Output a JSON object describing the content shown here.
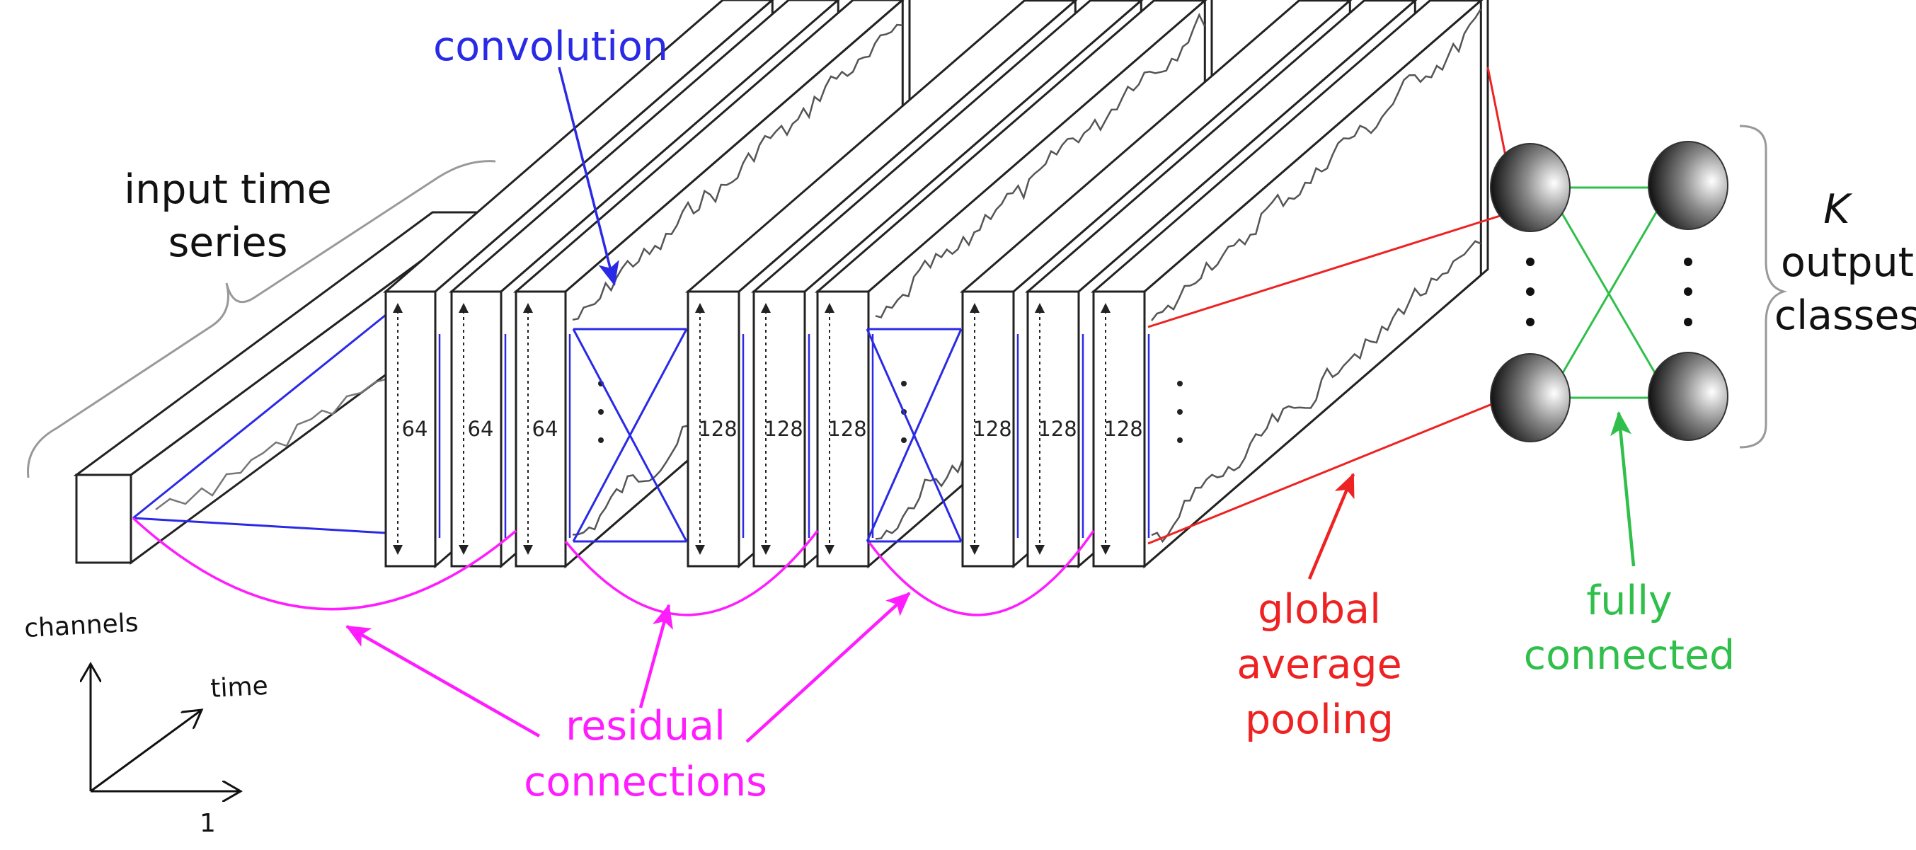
{
  "labels": {
    "input_line1": "input time",
    "input_line2": "series",
    "convolution": "convolution",
    "residual_line1": "residual",
    "residual_line2": "connections",
    "gap_line1": "global",
    "gap_line2": "average",
    "gap_line3": "pooling",
    "fc_line1": "fully",
    "fc_line2": "connected",
    "out_k": "K",
    "out_line2": "output",
    "out_line3": "classes"
  },
  "axes": {
    "vertical": "channels",
    "diagonal": "time",
    "horizontal": "1"
  },
  "conv_blocks": [
    {
      "filters": [
        "64",
        "64",
        "64"
      ]
    },
    {
      "filters": [
        "128",
        "128",
        "128"
      ]
    },
    {
      "filters": [
        "128",
        "128",
        "128"
      ]
    }
  ],
  "colors": {
    "convolution": "#2a2ae6",
    "residual": "#ff1cff",
    "pooling": "#ee2222",
    "fully_connected": "#2fbf4a",
    "outline": "#222222",
    "signal": "#555555"
  }
}
